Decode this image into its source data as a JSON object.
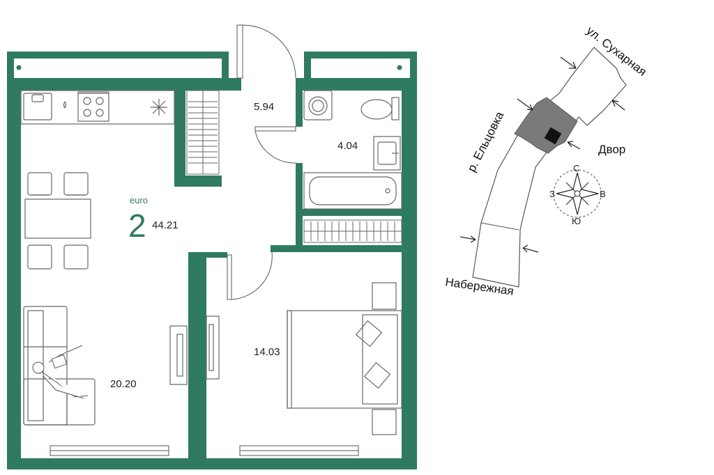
{
  "colors": {
    "wall": "#2f7b5f",
    "line": "#555555",
    "furniture": "#666666",
    "building_highlight": "#7a7a7a",
    "entrance": "#111111"
  },
  "apartment": {
    "class_label": "euro",
    "rooms_count": "2",
    "total_area": "44.21"
  },
  "rooms": {
    "living_kitchen_area": "20.20",
    "hallway_area": "5.94",
    "bathroom_area": "4.04",
    "bedroom_area": "14.03"
  },
  "site_plan": {
    "streets": {
      "top": "ул. Сухарная",
      "left": "р. Ельцовка",
      "bottom": "Набережная"
    },
    "courtyard": "Двор",
    "compass": {
      "north": "С",
      "south": "Ю",
      "west": "З",
      "east": "В"
    }
  }
}
